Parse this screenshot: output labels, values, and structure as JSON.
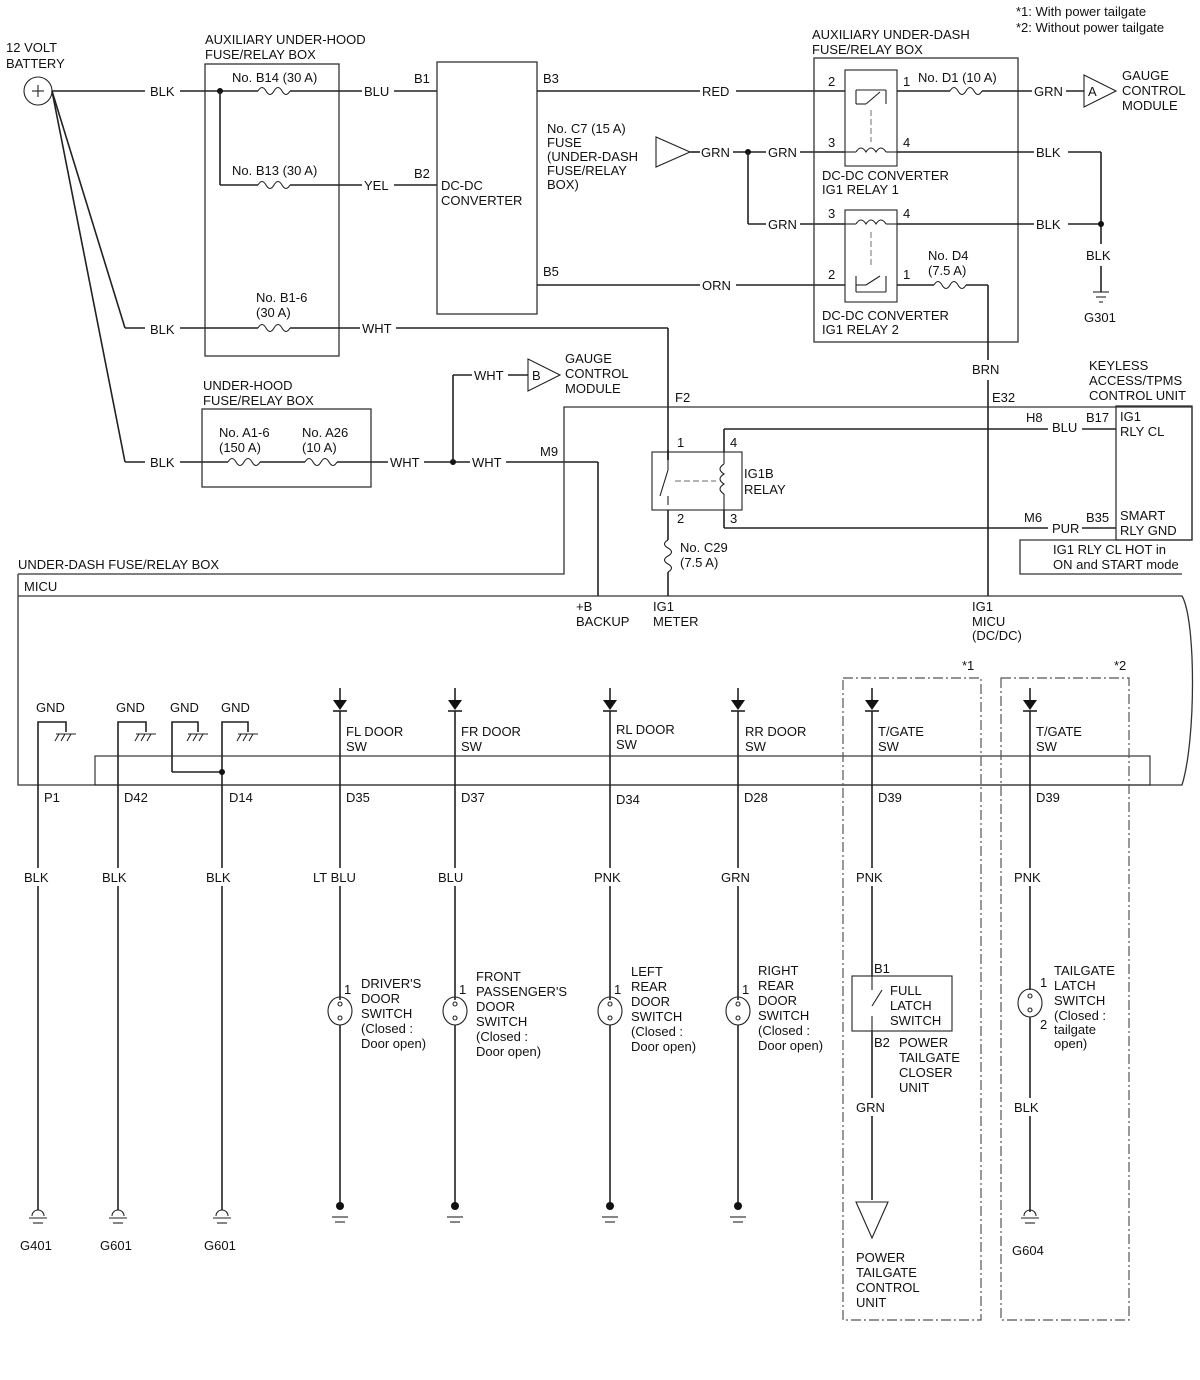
{
  "notes": [
    "*1: With power tailgate",
    "*2: Without power tailgate"
  ],
  "battery": [
    "12 VOLT",
    "BATTERY"
  ],
  "aux_underhood_box": [
    "AUXILIARY UNDER-HOOD",
    "FUSE/RELAY BOX"
  ],
  "aux_underdash_box": [
    "AUXILIARY UNDER-DASH",
    "FUSE/RELAY BOX"
  ],
  "underhood_box": [
    "UNDER-HOOD",
    "FUSE/RELAY BOX"
  ],
  "underdash_box": "UNDER-DASH FUSE/RELAY BOX",
  "micu": "MICU",
  "fuses": {
    "b14": "No. B14 (30 A)",
    "b13": "No. B13 (30 A)",
    "b16": [
      "No. B1-6",
      "(30 A)"
    ],
    "a16": [
      "No. A1-6",
      "(150 A)"
    ],
    "a26": [
      "No. A26",
      "(10 A)"
    ],
    "d1": "No. D1 (10 A)",
    "d4": [
      "No. D4",
      "(7.5 A)"
    ],
    "c29": [
      "No. C29",
      "(7.5 A)"
    ],
    "c7": [
      "No. C7 (15 A)",
      "FUSE",
      "(UNDER-DASH",
      "FUSE/RELAY",
      "BOX)"
    ]
  },
  "dcdc": [
    "DC-DC",
    "CONVERTER"
  ],
  "relay1": [
    "DC-DC CONVERTER",
    "IG1 RELAY 1"
  ],
  "relay2": [
    "DC-DC CONVERTER",
    "IG1 RELAY 2"
  ],
  "ig1b": [
    "IG1B",
    "RELAY"
  ],
  "gauge": [
    "GAUGE",
    "CONTROL",
    "MODULE"
  ],
  "keyless": [
    "KEYLESS",
    "ACCESS/TPMS",
    "CONTROL UNIT"
  ],
  "keyless_pins": {
    "ig1": [
      "IG1",
      "RLY CL"
    ],
    "smart": [
      "SMART",
      "RLY GND"
    ]
  },
  "ig1_note": [
    "IG1 RLY CL HOT in",
    "ON and START mode"
  ],
  "terminals": {
    "b1": "B1",
    "b2": "B2",
    "b3": "B3",
    "b5": "B5",
    "f2": "F2",
    "m9": "M9",
    "e32": "E32",
    "h8": "H8",
    "m6": "M6",
    "b17": "B17",
    "b35": "B35",
    "a": "A",
    "b": "B",
    "p1": "P1",
    "d42": "D42",
    "d14": "D14",
    "d35": "D35",
    "d37": "D37",
    "d34": "D34",
    "d28": "D28",
    "d39a": "D39",
    "d39b": "D39",
    "sw_b1": "B1",
    "sw_b2": "B2"
  },
  "pins": {
    "one": "1",
    "two": "2",
    "three": "3",
    "four": "4"
  },
  "wires": {
    "blk": "BLK",
    "blu": "BLU",
    "yel": "YEL",
    "wht": "WHT",
    "red": "RED",
    "grn": "GRN",
    "orn": "ORN",
    "brn": "BRN",
    "pur": "PUR",
    "pnk": "PNK",
    "ltblu": "LT BLU"
  },
  "micu_labels": {
    "backup": [
      "+B",
      "BACKUP"
    ],
    "meter": [
      "IG1",
      "METER"
    ],
    "micu_dcdc": [
      "IG1",
      "MICU",
      "(DC/DC)"
    ]
  },
  "gnd": "GND",
  "grounds": {
    "g301": "G301",
    "g401": "G401",
    "g601a": "G601",
    "g601b": "G601",
    "g604": "G604"
  },
  "switch_labels": {
    "fl": [
      "FL DOOR",
      "SW"
    ],
    "fr": [
      "FR DOOR",
      "SW"
    ],
    "rl": [
      "RL DOOR",
      "SW"
    ],
    "rr": [
      "RR DOOR",
      "SW"
    ],
    "tg1": [
      "T/GATE",
      "SW"
    ],
    "tg2": [
      "T/GATE",
      "SW"
    ]
  },
  "star1": "*1",
  "star2": "*2",
  "switches": {
    "driver": [
      "DRIVER'S",
      "DOOR",
      "SWITCH",
      "(Closed :",
      "Door open)"
    ],
    "front_pass": [
      "FRONT",
      "PASSENGER'S",
      "DOOR",
      "SWITCH",
      "(Closed :",
      "Door open)"
    ],
    "left_rear": [
      "LEFT",
      "REAR",
      "DOOR",
      "SWITCH",
      "(Closed :",
      "Door open)"
    ],
    "right_rear": [
      "RIGHT",
      "REAR",
      "DOOR",
      "SWITCH",
      "(Closed :",
      "Door open)"
    ],
    "full_latch": [
      "FULL",
      "LATCH",
      "SWITCH"
    ],
    "closer_unit": [
      "POWER",
      "TAILGATE",
      "CLOSER",
      "UNIT"
    ],
    "tailgate_latch": [
      "TAILGATE",
      "LATCH",
      "SWITCH",
      "(Closed :",
      "tailgate",
      "open)"
    ],
    "ptcu": [
      "POWER",
      "TAILGATE",
      "CONTROL",
      "UNIT"
    ]
  }
}
